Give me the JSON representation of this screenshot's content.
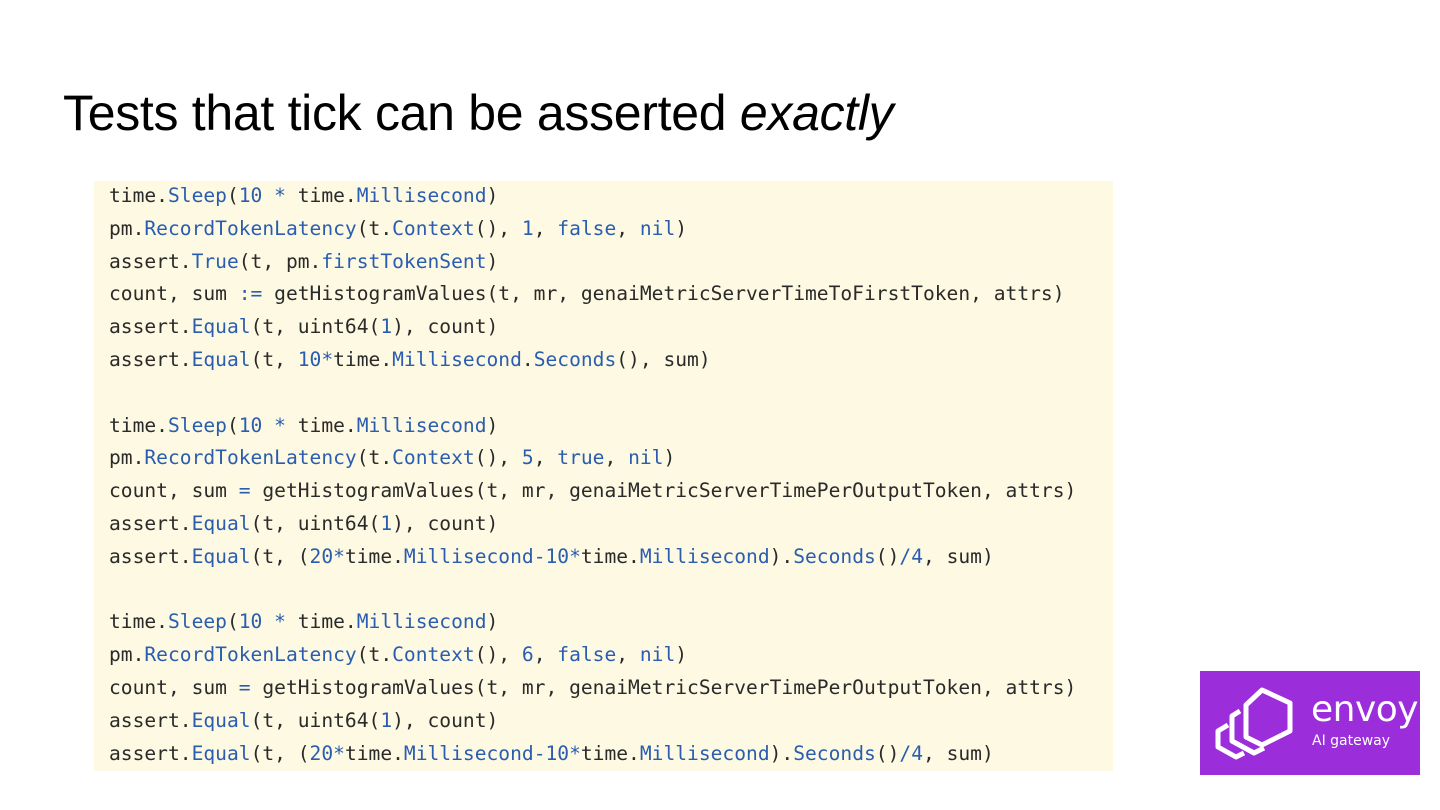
{
  "title": {
    "main": "Tests that tick can be asserted ",
    "emphasis": "exactly"
  },
  "code": {
    "blocks": [
      [
        [
          [
            "time.",
            ""
          ],
          [
            "Sleep",
            "fn"
          ],
          [
            "(",
            ""
          ],
          [
            "10",
            "num"
          ],
          [
            " ",
            ""
          ],
          [
            "*",
            "op"
          ],
          [
            " time.",
            ""
          ],
          [
            "Millisecond",
            "fn"
          ],
          [
            ")",
            ""
          ]
        ],
        [
          [
            "pm.",
            ""
          ],
          [
            "RecordTokenLatency",
            "fn"
          ],
          [
            "(t.",
            ""
          ],
          [
            "Context",
            "fn"
          ],
          [
            "(), ",
            ""
          ],
          [
            "1",
            "num"
          ],
          [
            ", ",
            ""
          ],
          [
            "false",
            "kw"
          ],
          [
            ", ",
            ""
          ],
          [
            "nil",
            "kw"
          ],
          [
            ")",
            ""
          ]
        ],
        [
          [
            "assert.",
            ""
          ],
          [
            "True",
            "fn"
          ],
          [
            "(t, pm.",
            ""
          ],
          [
            "firstTokenSent",
            "fn"
          ],
          [
            ")",
            ""
          ]
        ],
        [
          [
            "count, sum ",
            ""
          ],
          [
            ":=",
            "op"
          ],
          [
            " getHistogramValues(t, mr, genaiMetricServerTimeToFirstToken, attrs)",
            ""
          ]
        ],
        [
          [
            "assert.",
            ""
          ],
          [
            "Equal",
            "fn"
          ],
          [
            "(t, uint64(",
            ""
          ],
          [
            "1",
            "num"
          ],
          [
            "), count)",
            ""
          ]
        ],
        [
          [
            "assert.",
            ""
          ],
          [
            "Equal",
            "fn"
          ],
          [
            "(t, ",
            ""
          ],
          [
            "10",
            "num"
          ],
          [
            "*",
            "op"
          ],
          [
            "time.",
            ""
          ],
          [
            "Millisecond",
            "fn"
          ],
          [
            ".",
            ""
          ],
          [
            "Seconds",
            "fn"
          ],
          [
            "(), sum)",
            ""
          ]
        ]
      ],
      [
        [
          [
            "time.",
            ""
          ],
          [
            "Sleep",
            "fn"
          ],
          [
            "(",
            ""
          ],
          [
            "10",
            "num"
          ],
          [
            " ",
            ""
          ],
          [
            "*",
            "op"
          ],
          [
            " time.",
            ""
          ],
          [
            "Millisecond",
            "fn"
          ],
          [
            ")",
            ""
          ]
        ],
        [
          [
            "pm.",
            ""
          ],
          [
            "RecordTokenLatency",
            "fn"
          ],
          [
            "(t.",
            ""
          ],
          [
            "Context",
            "fn"
          ],
          [
            "(), ",
            ""
          ],
          [
            "5",
            "num"
          ],
          [
            ", ",
            ""
          ],
          [
            "true",
            "kw"
          ],
          [
            ", ",
            ""
          ],
          [
            "nil",
            "kw"
          ],
          [
            ")",
            ""
          ]
        ],
        [
          [
            "count, sum ",
            ""
          ],
          [
            "=",
            "op"
          ],
          [
            " getHistogramValues(t, mr, genaiMetricServerTimePerOutputToken, attrs)",
            ""
          ]
        ],
        [
          [
            "assert.",
            ""
          ],
          [
            "Equal",
            "fn"
          ],
          [
            "(t, uint64(",
            ""
          ],
          [
            "1",
            "num"
          ],
          [
            "), count)",
            ""
          ]
        ],
        [
          [
            "assert.",
            ""
          ],
          [
            "Equal",
            "fn"
          ],
          [
            "(t, (",
            ""
          ],
          [
            "20",
            "num"
          ],
          [
            "*",
            "op"
          ],
          [
            "time.",
            ""
          ],
          [
            "Millisecond",
            "fn"
          ],
          [
            "-",
            "op"
          ],
          [
            "10",
            "num"
          ],
          [
            "*",
            "op"
          ],
          [
            "time.",
            ""
          ],
          [
            "Millisecond",
            "fn"
          ],
          [
            ").",
            ""
          ],
          [
            "Seconds",
            "fn"
          ],
          [
            "()",
            ""
          ],
          [
            "/",
            "op"
          ],
          [
            "4",
            "num"
          ],
          [
            ", sum)",
            ""
          ]
        ]
      ],
      [
        [
          [
            "time.",
            ""
          ],
          [
            "Sleep",
            "fn"
          ],
          [
            "(",
            ""
          ],
          [
            "10",
            "num"
          ],
          [
            " ",
            ""
          ],
          [
            "*",
            "op"
          ],
          [
            " time.",
            ""
          ],
          [
            "Millisecond",
            "fn"
          ],
          [
            ")",
            ""
          ]
        ],
        [
          [
            "pm.",
            ""
          ],
          [
            "RecordTokenLatency",
            "fn"
          ],
          [
            "(t.",
            ""
          ],
          [
            "Context",
            "fn"
          ],
          [
            "(), ",
            ""
          ],
          [
            "6",
            "num"
          ],
          [
            ", ",
            ""
          ],
          [
            "false",
            "kw"
          ],
          [
            ", ",
            ""
          ],
          [
            "nil",
            "kw"
          ],
          [
            ")",
            ""
          ]
        ],
        [
          [
            "count, sum ",
            ""
          ],
          [
            "=",
            "op"
          ],
          [
            " getHistogramValues(t, mr, genaiMetricServerTimePerOutputToken, attrs)",
            ""
          ]
        ],
        [
          [
            "assert.",
            ""
          ],
          [
            "Equal",
            "fn"
          ],
          [
            "(t, uint64(",
            ""
          ],
          [
            "1",
            "num"
          ],
          [
            "), count)",
            ""
          ]
        ],
        [
          [
            "assert.",
            ""
          ],
          [
            "Equal",
            "fn"
          ],
          [
            "(t, (",
            ""
          ],
          [
            "20",
            "num"
          ],
          [
            "*",
            "op"
          ],
          [
            "time.",
            ""
          ],
          [
            "Millisecond",
            "fn"
          ],
          [
            "-",
            "op"
          ],
          [
            "10",
            "num"
          ],
          [
            "*",
            "op"
          ],
          [
            "time.",
            ""
          ],
          [
            "Millisecond",
            "fn"
          ],
          [
            ").",
            ""
          ],
          [
            "Seconds",
            "fn"
          ],
          [
            "()",
            ""
          ],
          [
            "/",
            "op"
          ],
          [
            "4",
            "num"
          ],
          [
            ", sum)",
            ""
          ]
        ]
      ]
    ],
    "colors": {
      "background": "#fdf9e2",
      "text": "#2a2a2a",
      "highlight": "#2a5db0"
    }
  },
  "logo": {
    "word": "envoy",
    "subtitle": "AI gateway",
    "icon": "envoy-hexagon-logo-icon",
    "background": "#9b2ddb"
  }
}
